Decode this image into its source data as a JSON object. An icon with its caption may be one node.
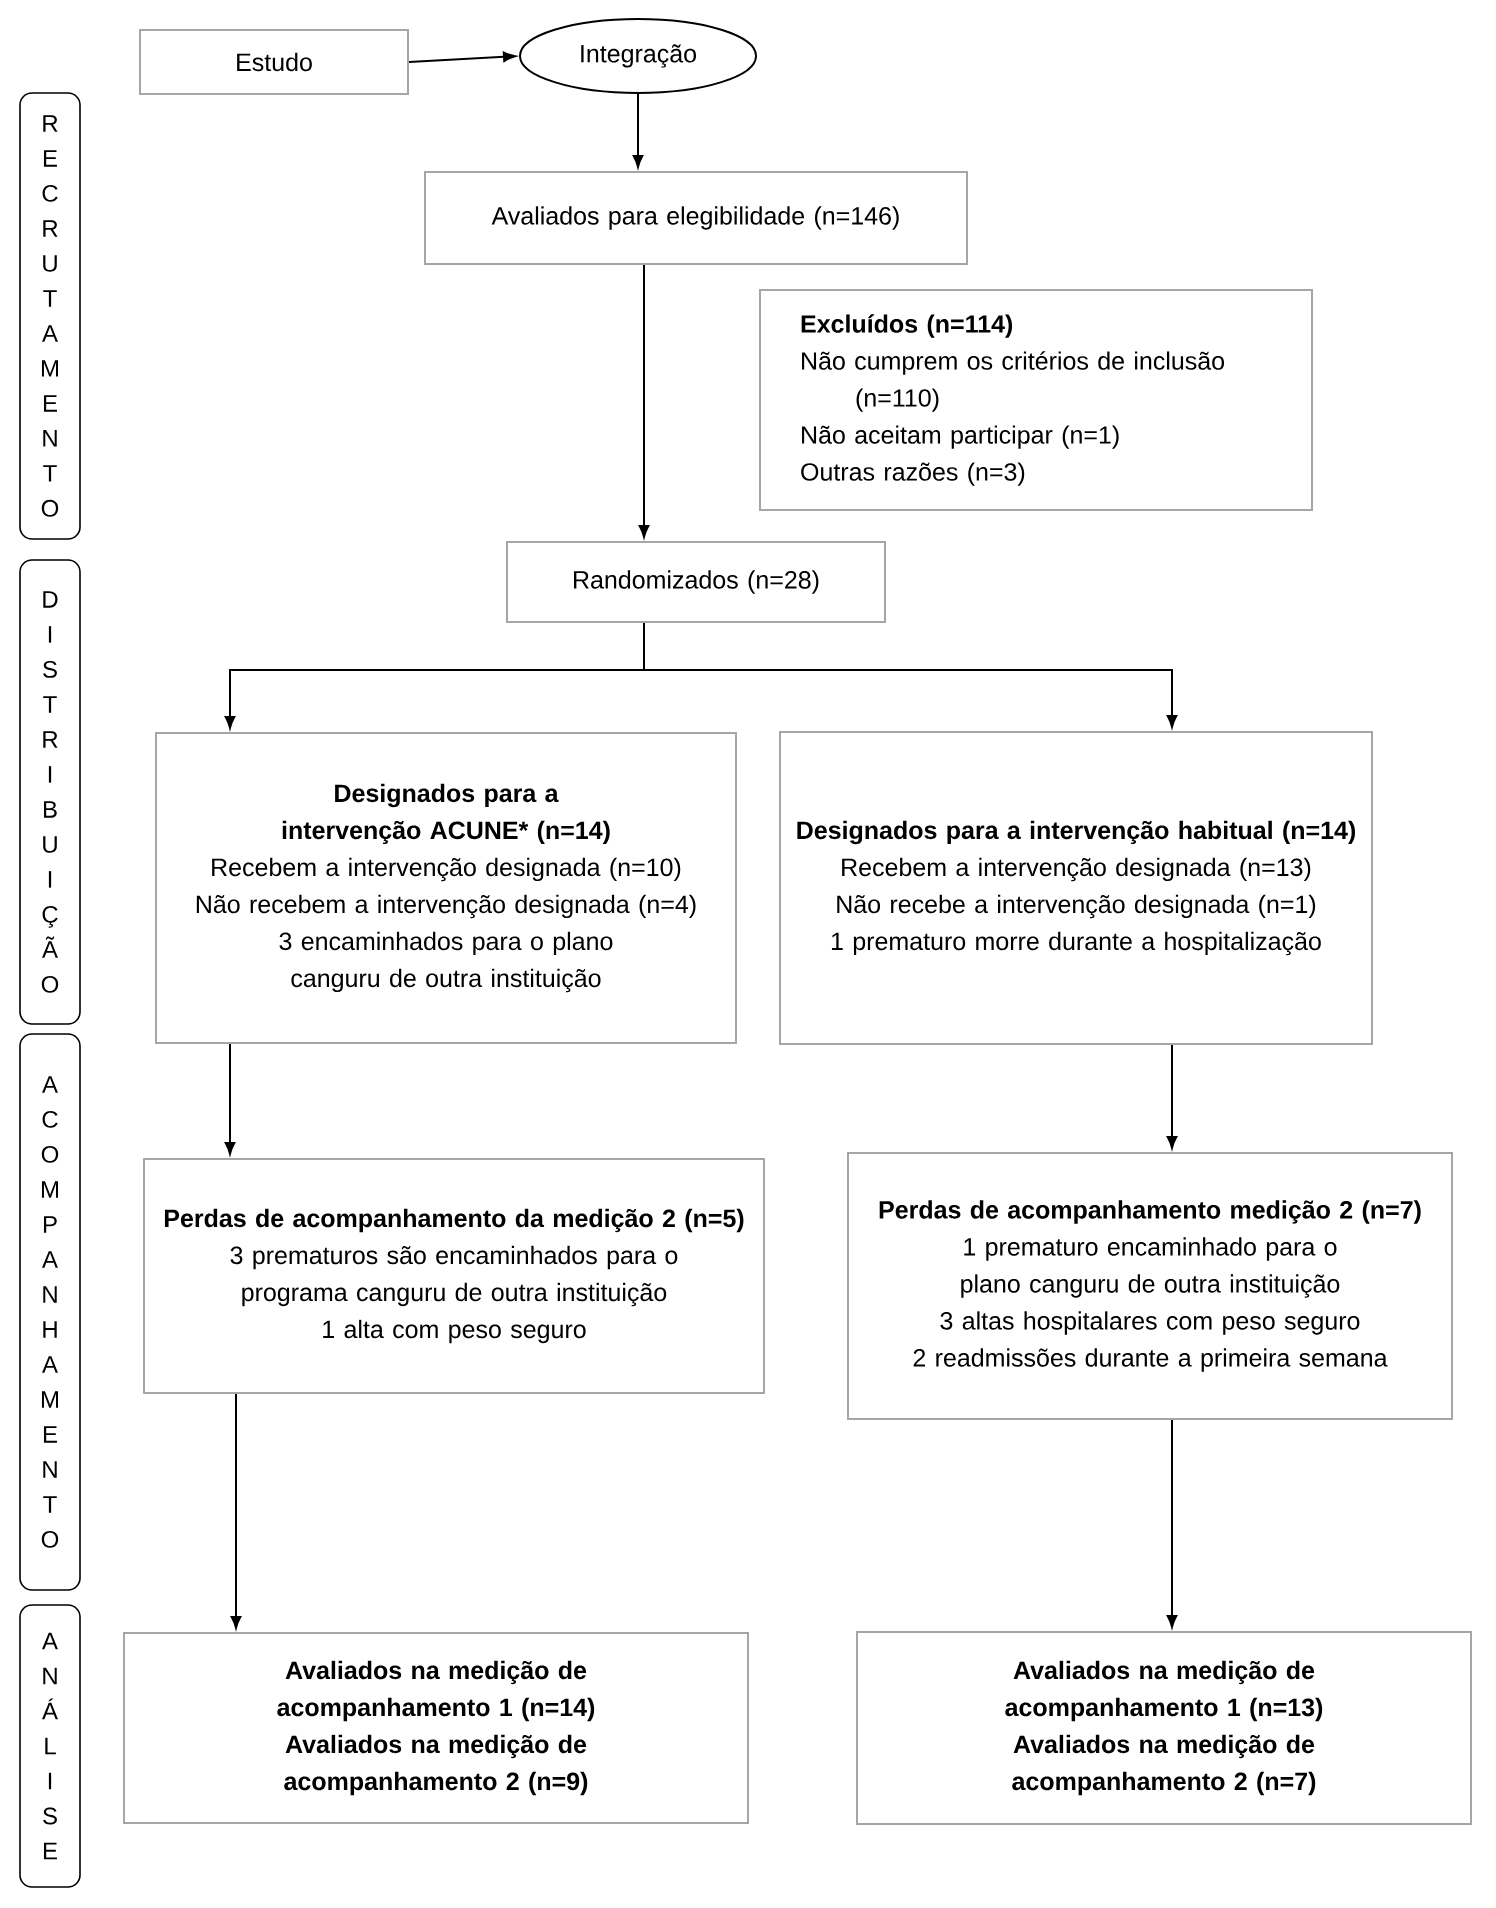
{
  "diagram": {
    "nodes": [
      {
        "text": [
          "Estudo"
        ]
      },
      {
        "text": [
          "Integração"
        ]
      },
      {
        "text": [
          "Avaliados para elegibilidade (n=146)"
        ]
      },
      {
        "text": [
          "Excluídos (n=114)",
          "Não cumprem os critérios de inclusão (n=110)",
          "Não aceitam participar (n=1)",
          "Outras razões (n=3)"
        ]
      },
      {
        "text": [
          "Randomizados (n=28)"
        ]
      },
      {
        "text": [
          "Designados para a intervenção ACUNE* (n=14)",
          "Recebem a intervenção designada (n=10)",
          "Não recebem a intervenção designada (n=4)",
          "3 encaminhados para o plano canguru de outra instituição"
        ]
      },
      {
        "text": [
          "Designados para a intervenção habitual (n=14)",
          "Recebem a intervenção designada (n=13)",
          "Não recebe a intervenção designada (n=1)",
          "1 prematuro morre durante a hospitalização"
        ]
      },
      {
        "text": [
          "Perdas de acompanhamento da medição 2 (n=5)",
          "3 prematuros são encaminhados para o programa canguru de outra instituição",
          "1 alta com peso seguro"
        ]
      },
      {
        "text": [
          "Perdas de acompanhamento medição 2 (n=7)",
          "1 prematuro encaminhado para o plano canguru de outra instituição",
          "3 altas hospitalares com peso seguro",
          "2 readmissões durante a primeira semana"
        ]
      },
      {
        "text": [
          "Avaliados na medição de acompanhamento 1 (n=14)",
          "Avaliados na medição de acompanhamento 2 (n=9)"
        ]
      },
      {
        "text": [
          "Avaliados na medição de acompanhamento 1 (n=13)",
          "Avaliados na medição de acompanhamento 2 (n=7)"
        ]
      },
      {
        "text": [
          "RECRUTAMENTO"
        ]
      },
      {
        "text": [
          "DISTRIBUIÇÃO"
        ]
      },
      {
        "text": [
          "ACOMPANHAMENTO"
        ]
      },
      {
        "text": [
          "ANÁLISE"
        ]
      }
    ],
    "edges": [
      {
        "from": 0,
        "to": 1,
        "arrow": "to"
      },
      {
        "from": 1,
        "to": 2,
        "arrow": "to"
      },
      {
        "from": 2,
        "to": 4,
        "arrow": "to"
      },
      {
        "from": 4,
        "to": 5,
        "arrow": "to"
      },
      {
        "from": 4,
        "to": 6,
        "arrow": "to"
      },
      {
        "from": 5,
        "to": 7,
        "arrow": "to"
      },
      {
        "from": 6,
        "to": 8,
        "arrow": "to"
      },
      {
        "from": 7,
        "to": 9,
        "arrow": "to"
      },
      {
        "from": 8,
        "to": 10,
        "arrow": "to"
      }
    ]
  }
}
